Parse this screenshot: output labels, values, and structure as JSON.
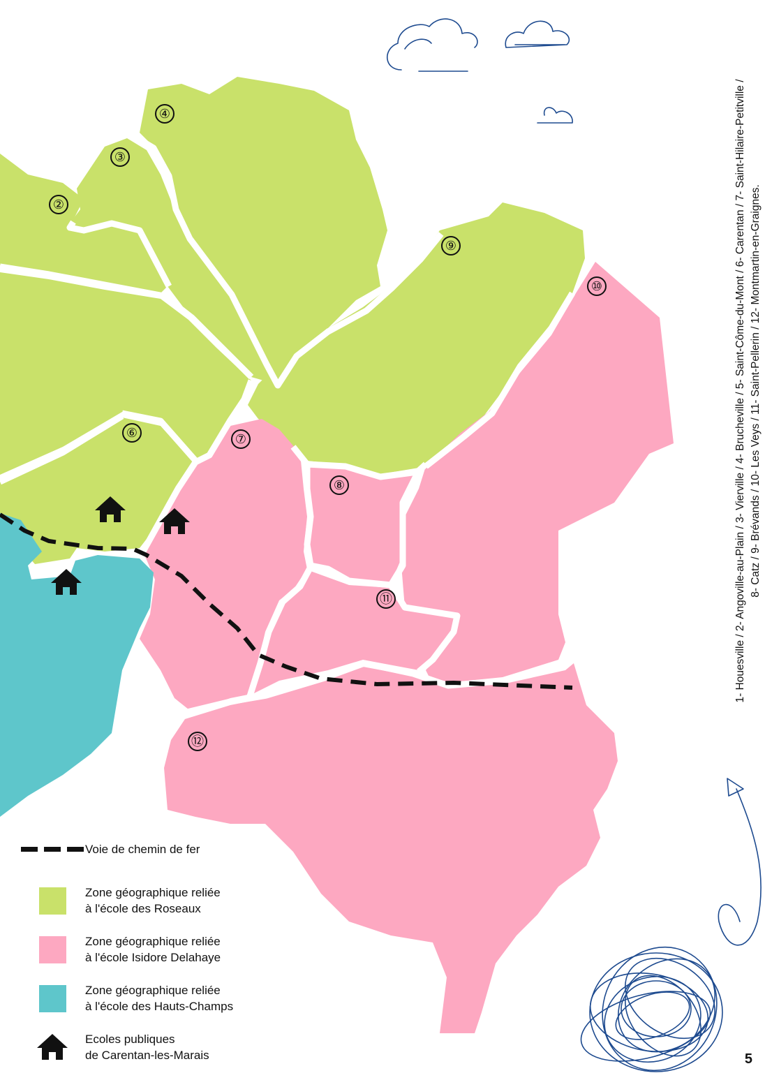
{
  "colors": {
    "roseaux": "#c9e16a",
    "isidore": "#fda8c1",
    "hauts_champs": "#5ec6cb",
    "rail": "#111111",
    "doodle": "#1d4a8f"
  },
  "communes": [
    {
      "number": "②",
      "name": "Angoville-au-Plain"
    },
    {
      "number": "③",
      "name": "Vierville"
    },
    {
      "number": "④",
      "name": "Brucheville"
    },
    {
      "number": "⑥",
      "name": "Carentan"
    },
    {
      "number": "⑦",
      "name": "Saint-Hilaire-Petitville"
    },
    {
      "number": "⑧",
      "name": "Catz"
    },
    {
      "number": "⑨",
      "name": "Brévands"
    },
    {
      "number": "⑩",
      "name": "Les Veys"
    },
    {
      "number": "⑪",
      "name": "Saint-Pellerin"
    },
    {
      "number": "⑫",
      "name": "Montmartin-en-Graignes"
    }
  ],
  "legend": {
    "railway": "Voie de chemin de fer",
    "roseaux": [
      "Zone géographique reliée",
      "à l'école des Roseaux"
    ],
    "isidore": [
      "Zone géographique reliée",
      "à l'école Isidore Delahaye"
    ],
    "hauts_champs": [
      "Zone géographique reliée",
      "à l'école des Hauts-Champs"
    ],
    "schools": [
      "Ecoles publiques",
      "de Carentan-les-Marais"
    ]
  },
  "caption": {
    "line1": "1- Houesville / 2- Angoville-au-Plain / 3- Vierville / 4- Brucheville / 5- Saint-Côme-du-Mont / 6- Carentan / 7- Saint-Hilaire-Petitville /",
    "line2": "8- Catz / 9- Brévands / 10- Les Veys / 11- Saint-Pellerin / 12- Montmartin-en-Graignes."
  },
  "page_number": "5",
  "icons": {
    "school": "house-icon",
    "cloud": "cloud-icon",
    "arrow": "arrow-icon",
    "scribble": "scribble-icon"
  }
}
